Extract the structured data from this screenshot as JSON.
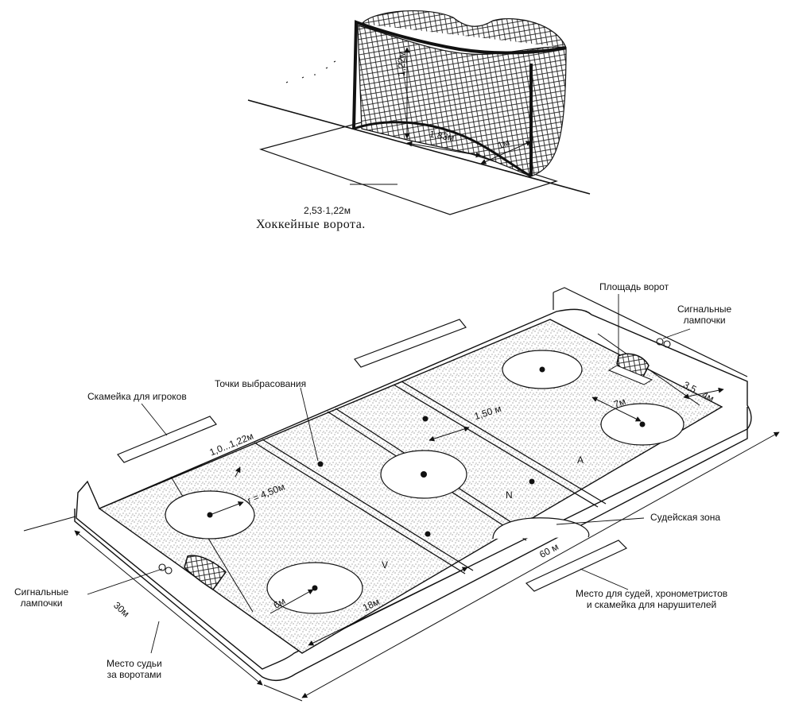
{
  "goal": {
    "caption": "Хоккейные ворота.",
    "dims": {
      "height": "1,22м",
      "width": "1,83м",
      "depth": "1м",
      "crease": "2,53·1,22м"
    }
  },
  "rink": {
    "labels": {
      "goal_crease": "Площадь ворот",
      "signal_lamps_right": "Сигнальные\nлампочки",
      "faceoff_spots": "Точки выбрасования",
      "players_bench": "Скамейка для игроков",
      "signal_lamps_left": "Сигнальные\nлампочки",
      "referee_zone": "Судейская зона",
      "officials_area": "Место для судей, хронометристов\nи скамейка для нарушителей",
      "goal_judge": "Место судьи\nза воротами"
    },
    "dims": {
      "board_height": "1,0...1,22м",
      "circle_radius": "r = 4,50м",
      "line_width": "1,50 м",
      "spot_distance_7": "7м",
      "corner_radius": "3,5...4м",
      "length": "60 м",
      "zone_length": "18м",
      "width": "30м",
      "goal_line_distance": "6м"
    },
    "zone_letters": {
      "a": "A",
      "n": "N",
      "v": "V"
    }
  }
}
